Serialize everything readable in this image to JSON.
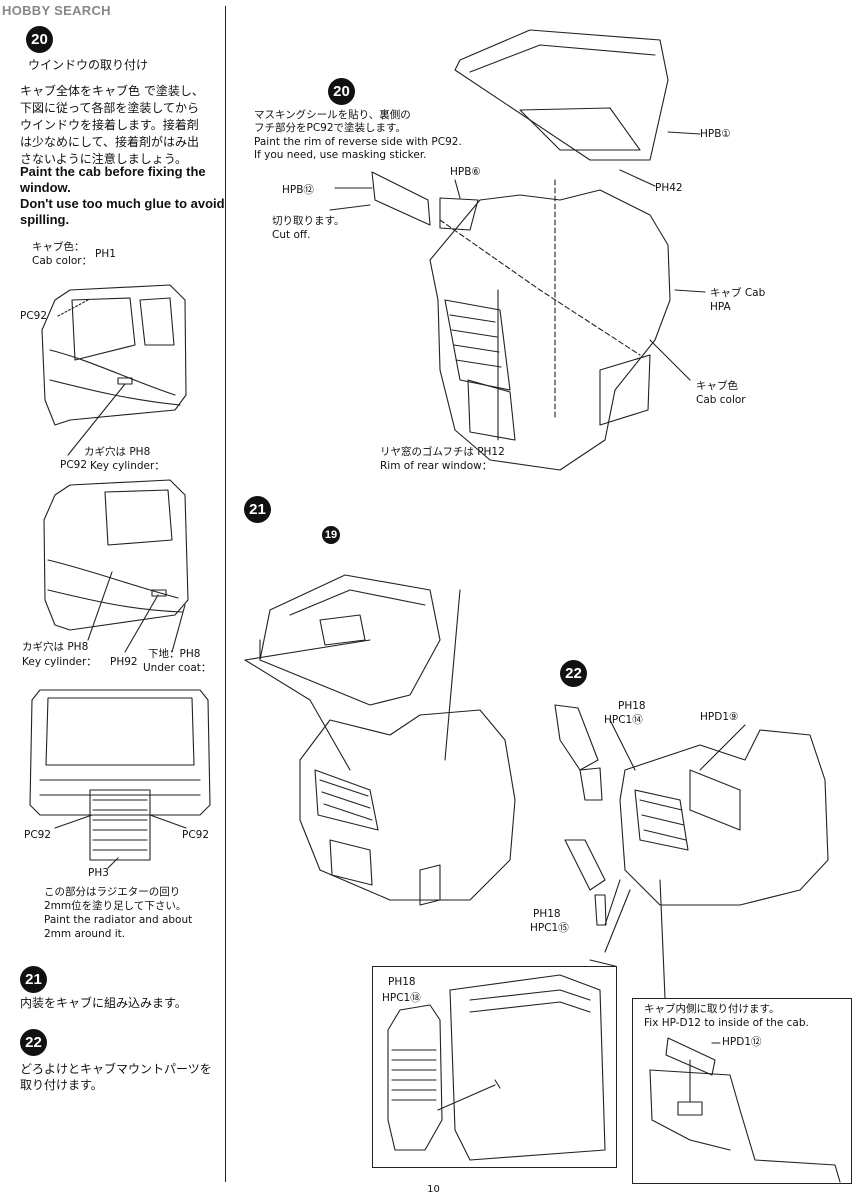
{
  "header": {
    "logo": "HOBBY SEARCH"
  },
  "left": {
    "step20_num": "20",
    "step20_title": "ウインドウの取り付け",
    "step20_jp": [
      "キャブ全体をキャブ色 で塗装し、",
      "下図に従って各部を塗装してから",
      "ウインドウを接着します。接着剤",
      "は少なめにして、接着剤がはみ出",
      "さないように注意しましょう。"
    ],
    "step20_en": [
      "Paint the cab before fixing the",
      "window.",
      "Don't use too much glue to avoid",
      "spilling."
    ],
    "cab_color_jp": "キャブ色：",
    "cab_color_en": "Cab color：",
    "cab_color_code": "PH1",
    "pc92_a": "PC92",
    "pc92_b": "PC92",
    "key1_jp": "カギ穴は PH8",
    "key1_en": "Key cylinder：",
    "key2_jp": "カギ穴は PH8",
    "key2_en": "Key cylinder：",
    "ph92": "PH92",
    "under_jp": "下地：PH8",
    "under_en": "Under coat：",
    "pc92_c": "PC92",
    "pc92_d": "PC92",
    "ph3": "PH3",
    "radiator_jp": [
      "この部分はラジエターの回り",
      "2mm位を塗り足して下さい。"
    ],
    "radiator_en": [
      "Paint the radiator and about",
      "2mm around it."
    ],
    "step21_num": "21",
    "step21_text": "内装をキャブに組み込みます。",
    "step22_num": "22",
    "step22_text": [
      "どろよけとキャブマウントパーツを",
      "取り付けます。"
    ]
  },
  "right": {
    "step20_num": "20",
    "masking_jp": [
      "マスキングシールを貼り、裏側の",
      "フチ部分をPC92で塗装します。"
    ],
    "masking_en": [
      "Paint the rim of reverse side with PC92.",
      "If you need, use masking sticker."
    ],
    "hpb12": "HPB⑫",
    "hpb6": "HPB⑥",
    "hpb1": "HPB①",
    "ph42": "PH42",
    "cutoff_jp": "切り取ります。",
    "cutoff_en": "Cut off.",
    "cab_jp": "キャブ Cab",
    "cab_code": "HPA",
    "cabcolor_jp": "キャブ色",
    "cabcolor_en": "Cab color",
    "rear_jp": "リヤ窓のゴムフチは PH12",
    "rear_en": "Rim of rear window：",
    "step21_num": "21",
    "part19": "19",
    "step22_num": "22",
    "ph18_a": "PH18",
    "hpc1_14": "HPC1⑭",
    "hpd1_9": "HPD1⑨",
    "ph18_b": "PH18",
    "hpc1_15": "HPC1⑮",
    "ph18_c": "PH18",
    "hpc1_18": "HPC1⑱",
    "inside_jp": "キャブ内側に取り付けます。",
    "inside_en": "Fix HP-D12 to inside of the cab.",
    "hpd1_12": "HPD1⑫"
  },
  "page_number": "10"
}
